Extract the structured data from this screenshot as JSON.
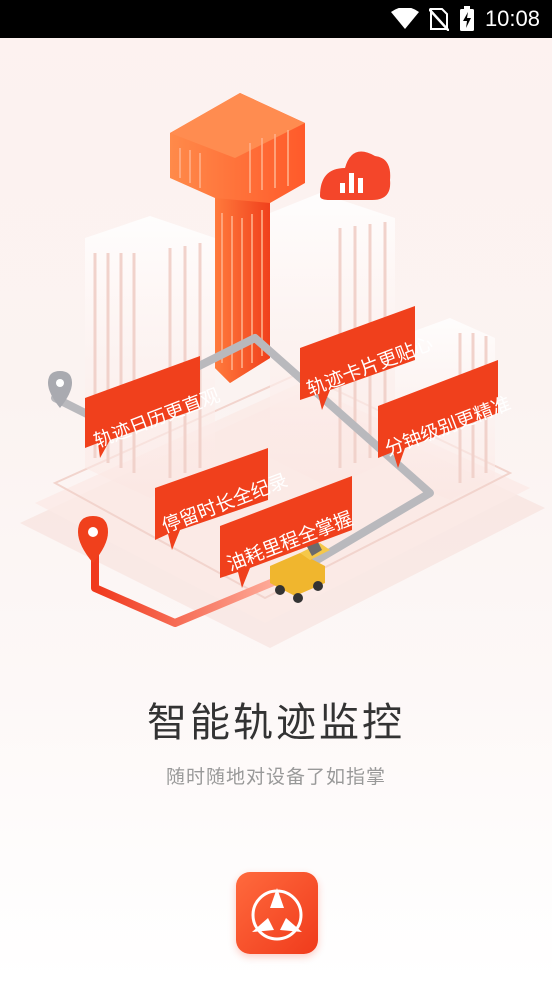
{
  "status_bar": {
    "time": "10:08",
    "icons": [
      "wifi-icon",
      "no-sim-icon",
      "battery-charging-icon"
    ]
  },
  "illustration": {
    "tags": [
      "轨迹日历更直观",
      "轨迹卡片更贴心",
      "停留时长全纪录",
      "分钟级别更精准",
      "油耗里程全掌握"
    ],
    "icons": [
      "cloud-chart-icon",
      "location-pin-icon",
      "start-pin-icon",
      "truck-icon"
    ]
  },
  "title": "智能轨迹监控",
  "subtitle": "随时随地对设备了如指掌",
  "logo_icon": "app-logo-icon",
  "colors": {
    "accent": "#f4511e",
    "accent_dark": "#e53a1a",
    "title": "#333333",
    "subtitle": "#999999"
  }
}
